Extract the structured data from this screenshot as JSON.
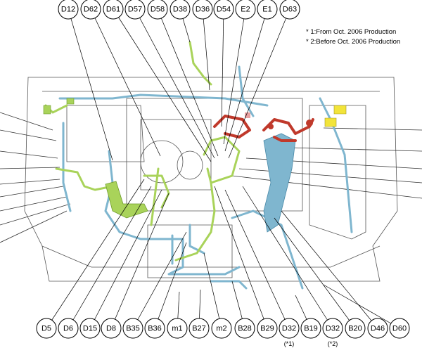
{
  "colors": {
    "harness_blue": "#7fb6cf",
    "harness_green": "#a9d35a",
    "harness_red": "#c0392b",
    "accent_yellow": "#f2e43a",
    "pink": "#e8a0a0"
  },
  "notes": {
    "note1": "* 1:From Oct. 2006 Production",
    "note2": "* 2:Before Oct. 2006 Production"
  },
  "top_connectors": [
    "D12",
    "D62",
    "D61",
    "D57",
    "D58",
    "D38",
    "D36",
    "D54",
    "E2",
    "E1",
    "D63"
  ],
  "bottom_connectors": [
    "D5",
    "D6",
    "D15",
    "D8",
    "B35",
    "B36",
    "m1",
    "B27",
    "m2",
    "B28",
    "B29",
    "D32",
    "B19",
    "D32",
    "B20",
    "D46",
    "D60"
  ],
  "bottom_subs": {
    "d32_a": "(*1)",
    "d32_b": "(*2)"
  }
}
